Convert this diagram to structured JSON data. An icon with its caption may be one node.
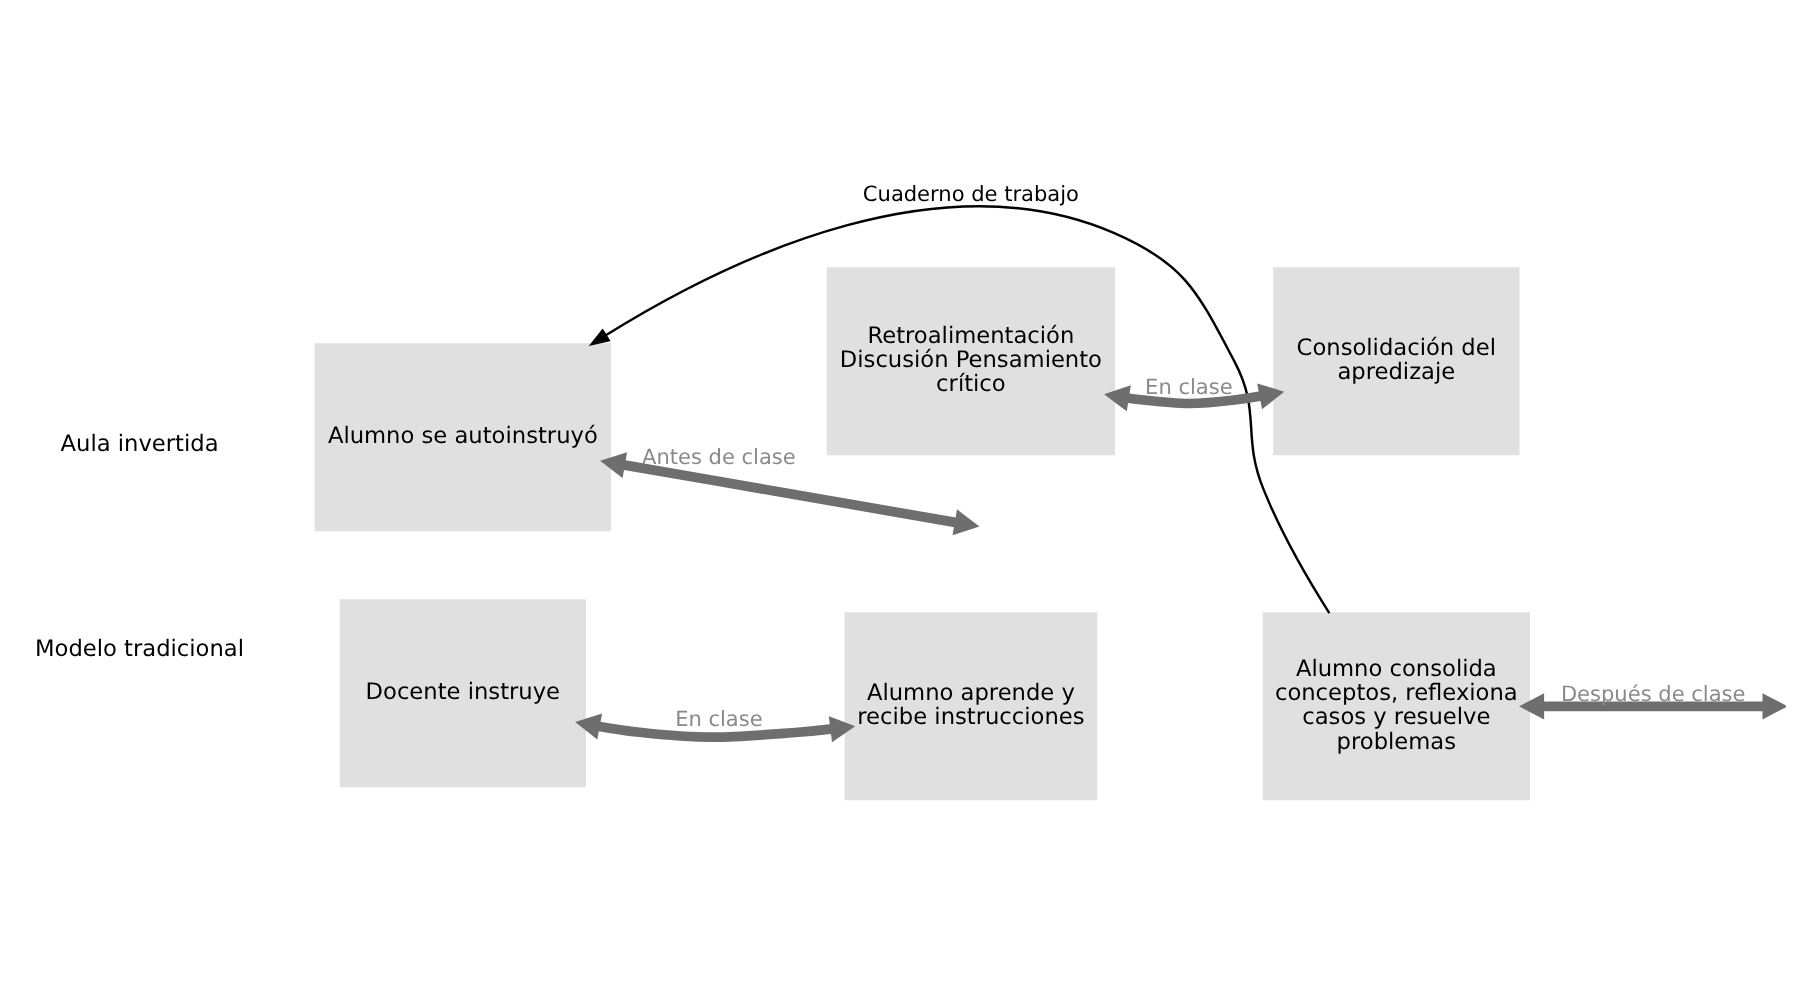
{
  "diagram": {
    "nodes": [
      {
        "text": [
          "Docente instruye"
        ]
      },
      {
        "text": [
          "Alumno aprende y recibe instrucciones"
        ]
      },
      {
        "text": [
          "Alumno consolida conceptos, reflexiona casos y resuelve problemas"
        ]
      },
      {
        "text": [
          "Alumno se autoinstruyó"
        ]
      },
      {
        "text": [
          "Retroalimentación Discusión Pensamiento crítico"
        ]
      },
      {
        "text": [
          "Consolidación del apredizaje"
        ]
      }
    ],
    "edges": [
      {
        "from": 0,
        "to": 1,
        "arrow": "both",
        "label": "En clase"
      },
      {
        "from": 2,
        "to": null,
        "arrow": "both",
        "label": "Después de clase"
      },
      {
        "from": 2,
        "to": 3,
        "arrow": "to",
        "label": "Cuaderno de trabajo",
        "color": "#000000"
      },
      {
        "from": 3,
        "to": null,
        "arrow": "both",
        "label": "Antes de clase"
      },
      {
        "from": 4,
        "to": 5,
        "arrow": "both",
        "label": "En clase"
      }
    ],
    "labels": [
      "Modelo tradicional",
      "Aula invertida"
    ]
  }
}
